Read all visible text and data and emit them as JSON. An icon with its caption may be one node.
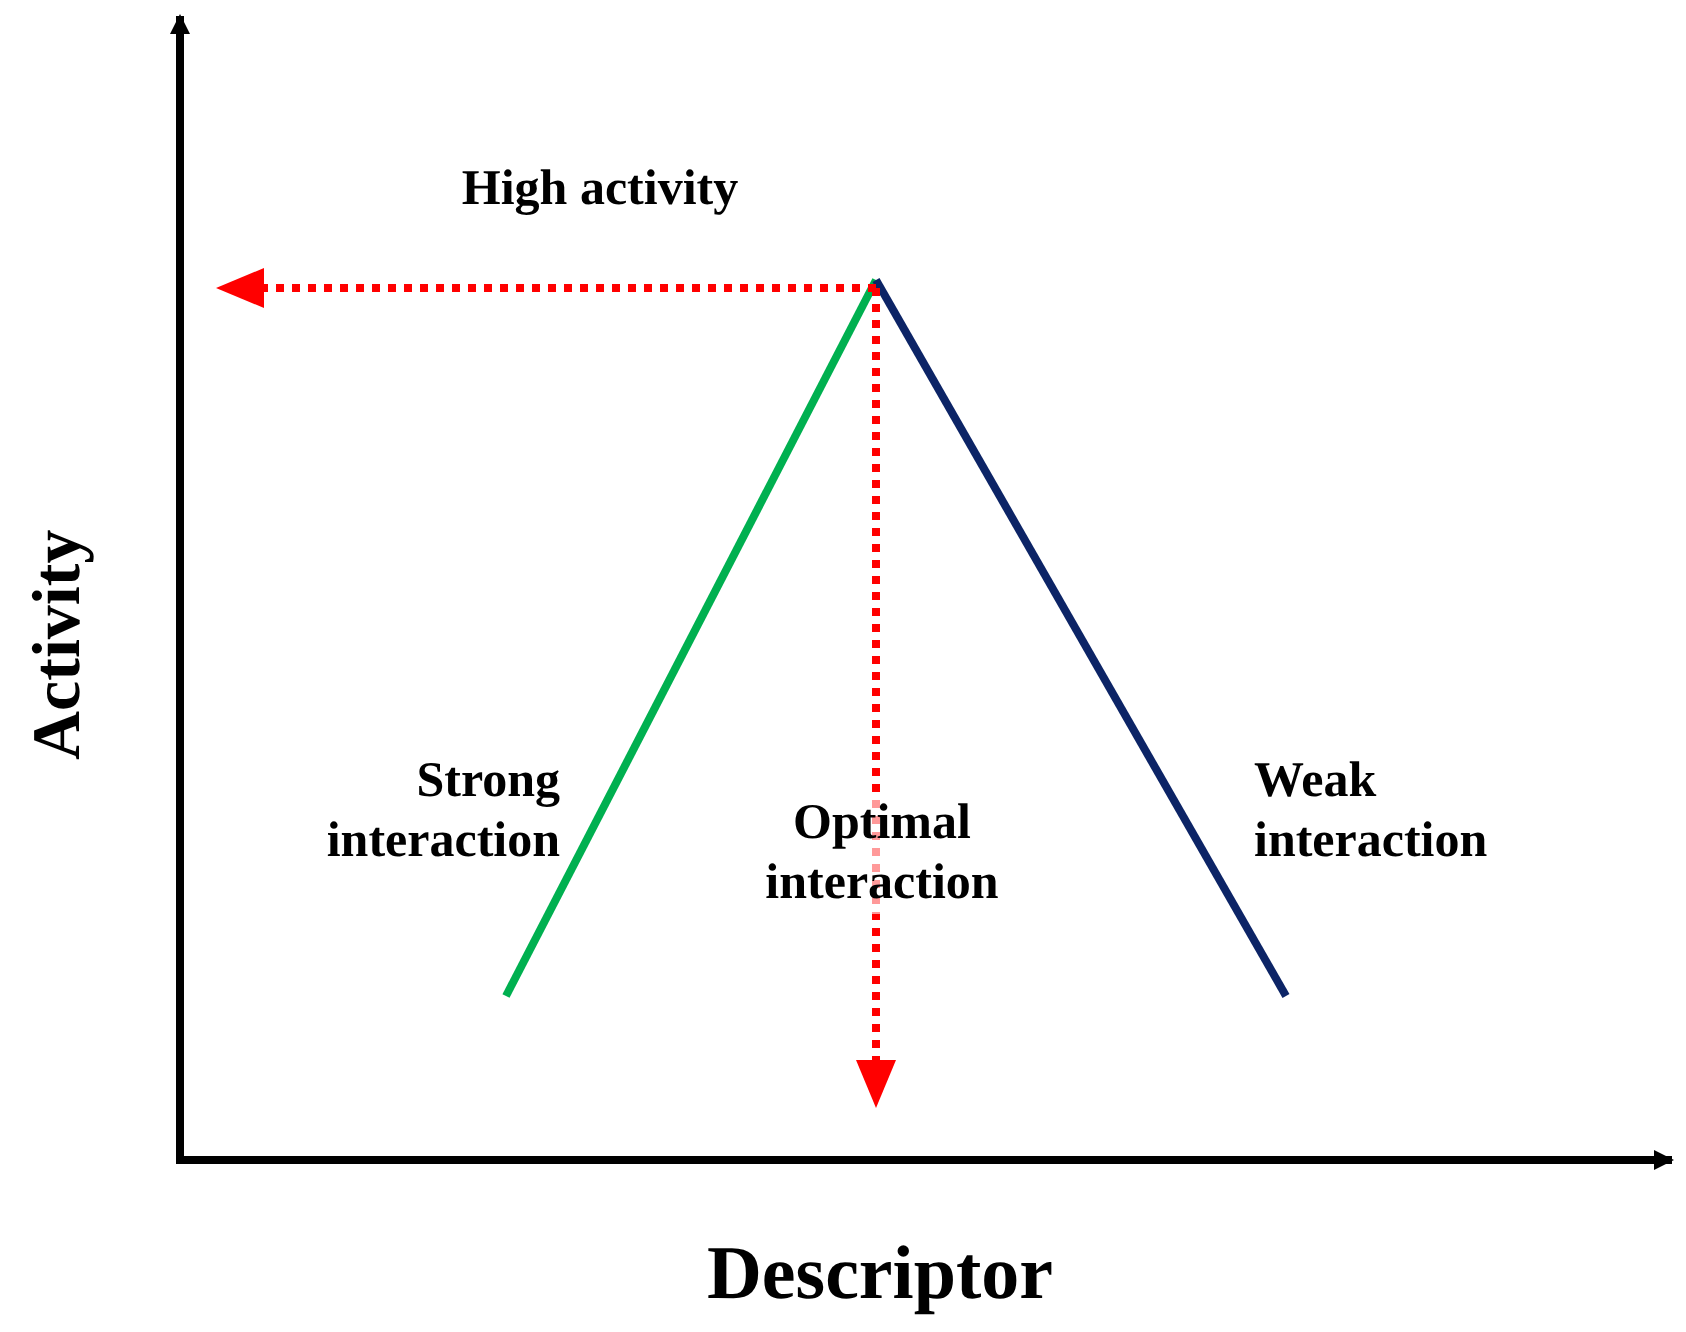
{
  "diagram": {
    "labels": [
      "High activity",
      "Strong interaction",
      "Optimal interaction",
      "Weak interaction",
      "Activity",
      "Descriptor"
    ]
  }
}
